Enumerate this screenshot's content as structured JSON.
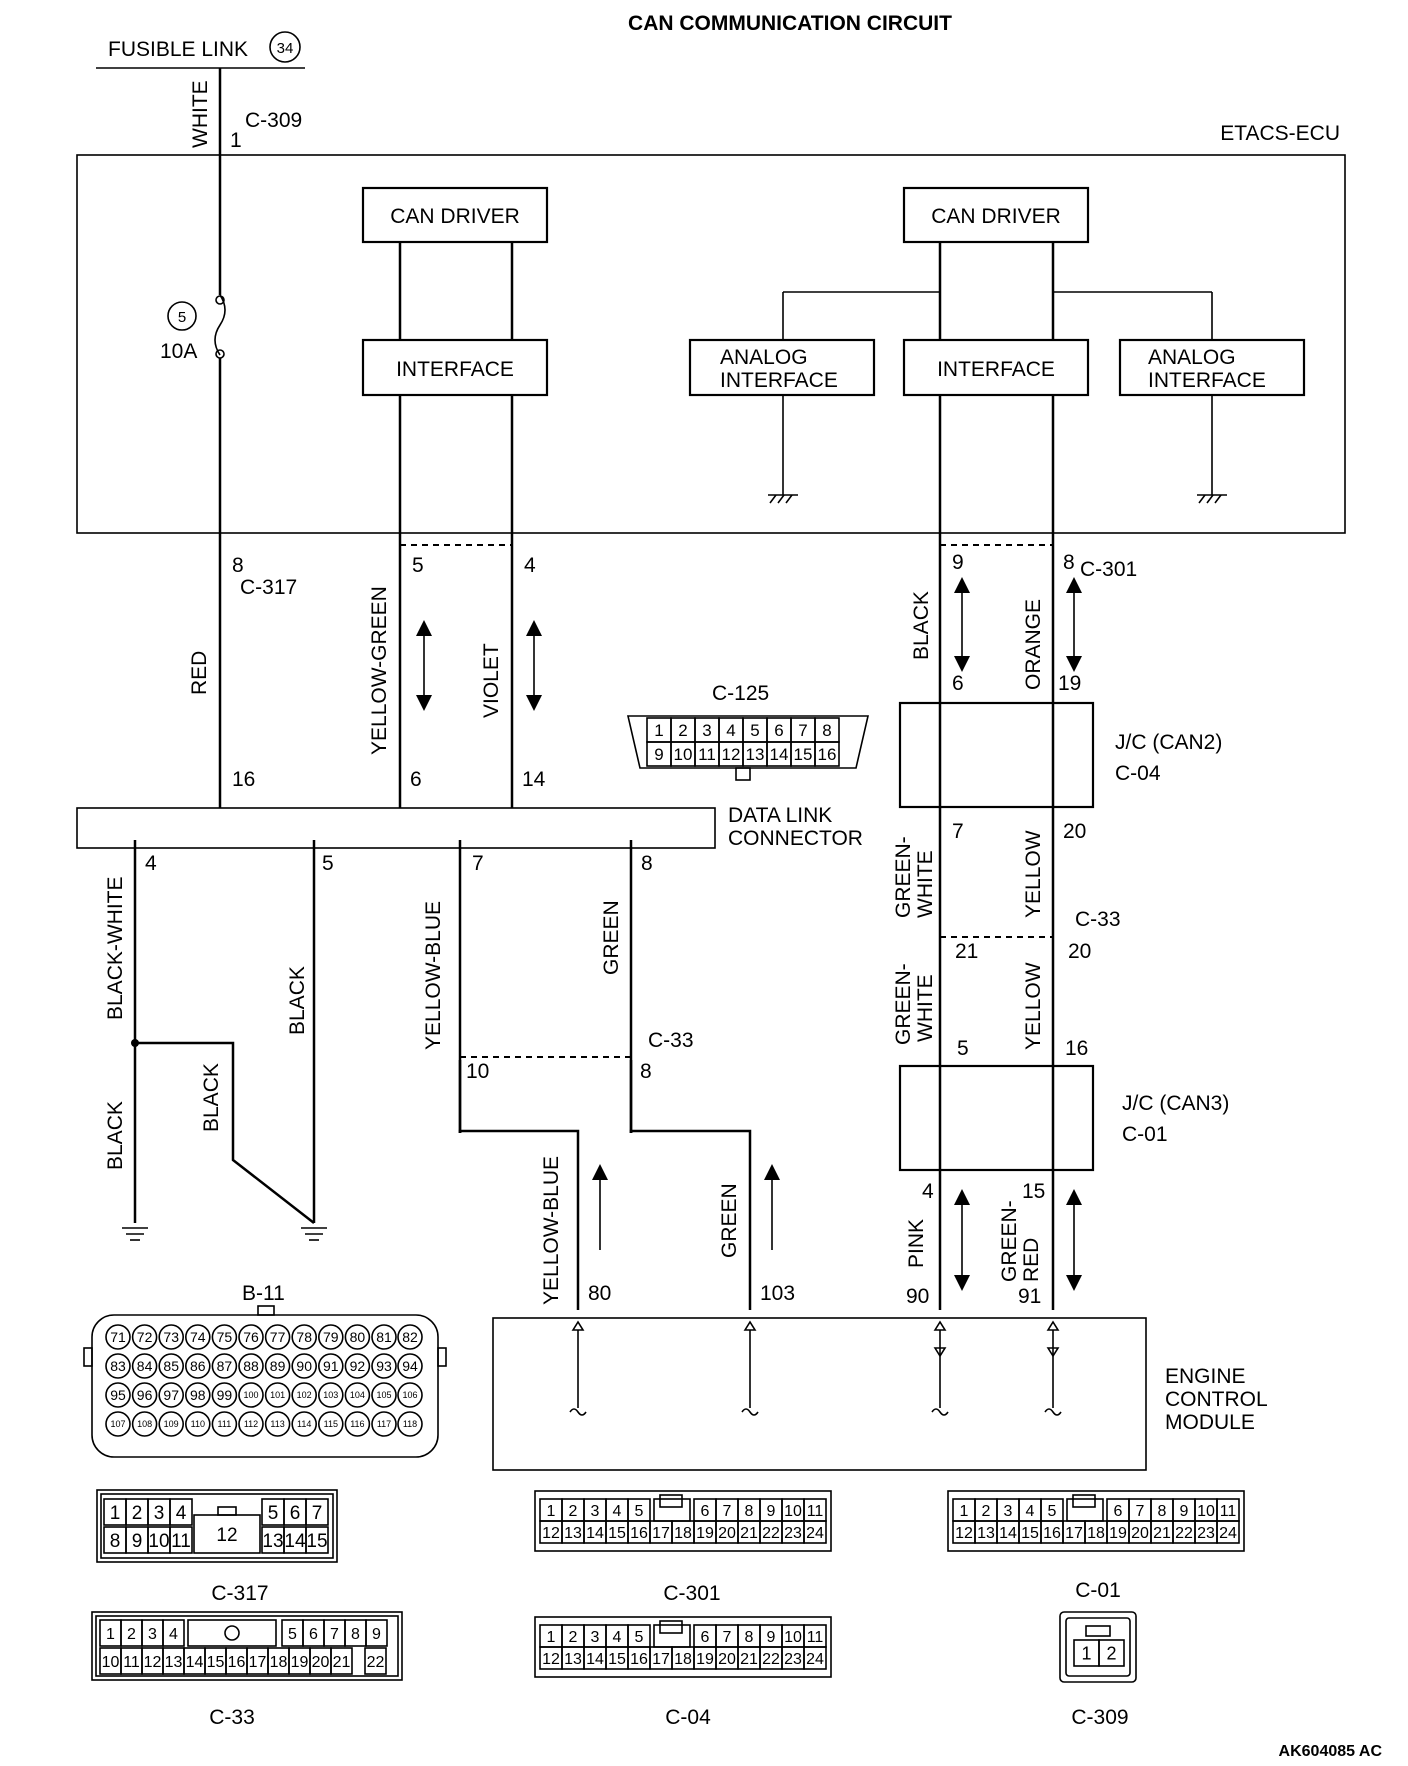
{
  "title": "CAN COMMUNICATION CIRCUIT",
  "doc_code": "AK604085 AC",
  "fusible_link": {
    "label": "FUSIBLE LINK",
    "number": "34"
  },
  "fuse": {
    "number": "5",
    "rating": "10A"
  },
  "modules": {
    "etacs": "ETACS-ECU",
    "can_driver": "CAN DRIVER",
    "interface": "INTERFACE",
    "analog_interface_line1": "ANALOG",
    "analog_interface_line2": "INTERFACE",
    "dlc_line1": "DATA LINK",
    "dlc_line2": "CONNECTOR",
    "jc_can2": "J/C (CAN2)",
    "jc_can3": "J/C (CAN3)",
    "ecm_line1": "ENGINE",
    "ecm_line2": "CONTROL",
    "ecm_line3": "MODULE"
  },
  "connectors": {
    "c309": "C-309",
    "c317": "C-317",
    "c301": "C-301",
    "c125": "C-125",
    "c04": "C-04",
    "c33": "C-33",
    "c01": "C-01",
    "b11": "B-11"
  },
  "wires": {
    "white": "WHITE",
    "red": "RED",
    "yellow_green": "YELLOW-GREEN",
    "violet": "VIOLET",
    "black": "BLACK",
    "orange": "ORANGE",
    "black_white": "BLACK-WHITE",
    "yellow_blue": "YELLOW-BLUE",
    "green": "GREEN",
    "green_white_1": "GREEN-",
    "green_white_2": "WHITE",
    "yellow": "YELLOW",
    "pink": "PINK",
    "green_red_1": "GREEN-",
    "green_red_2": "RED"
  },
  "pins": {
    "p1": "1",
    "p8": "8",
    "p5": "5",
    "p4": "4",
    "p9": "9",
    "p8b": "8",
    "p6": "6",
    "p19": "19",
    "p16": "16",
    "p6b": "6",
    "p14": "14",
    "p7": "7",
    "p20": "20",
    "p4b": "4",
    "p5b": "5",
    "p7b": "7",
    "p8c": "8",
    "p21": "21",
    "p20b": "20",
    "p10": "10",
    "p8d": "8",
    "p5c": "5",
    "p16b": "16",
    "p4c": "4",
    "p15": "15",
    "p80": "80",
    "p103": "103",
    "p90": "90",
    "p91": "91"
  },
  "c125_pins": {
    "row1": [
      "1",
      "2",
      "3",
      "4",
      "5",
      "6",
      "7",
      "8"
    ],
    "row2": [
      "9",
      "10",
      "11",
      "12",
      "13",
      "14",
      "15",
      "16"
    ]
  },
  "b11_pins": {
    "row1": [
      "71",
      "72",
      "73",
      "74",
      "75",
      "76",
      "77",
      "78",
      "79",
      "80",
      "81",
      "82"
    ],
    "row2": [
      "83",
      "84",
      "85",
      "86",
      "87",
      "88",
      "89",
      "90",
      "91",
      "92",
      "93",
      "94"
    ],
    "row3": [
      "95",
      "96",
      "97",
      "98",
      "99",
      "100",
      "101",
      "102",
      "103",
      "104",
      "105",
      "106"
    ],
    "row4": [
      "107",
      "108",
      "109",
      "110",
      "111",
      "112",
      "113",
      "114",
      "115",
      "116",
      "117",
      "118"
    ]
  },
  "c317_pins": {
    "top_left": [
      "1",
      "2",
      "3",
      "4"
    ],
    "top_right": [
      "5",
      "6",
      "7"
    ],
    "bottom_left": [
      "8",
      "9",
      "10",
      "11"
    ],
    "bottom_right": [
      "13",
      "14",
      "15"
    ],
    "center": "12"
  },
  "c24_pins": {
    "top_left": [
      "1",
      "2",
      "3",
      "4",
      "5"
    ],
    "top_right": [
      "6",
      "7",
      "8",
      "9",
      "10",
      "11"
    ],
    "bottom": [
      "12",
      "13",
      "14",
      "15",
      "16",
      "17",
      "18",
      "19",
      "20",
      "21",
      "22",
      "23",
      "24"
    ]
  },
  "c33_pins": {
    "top_left": [
      "1",
      "2",
      "3",
      "4"
    ],
    "top_right": [
      "5",
      "6",
      "7",
      "8",
      "9"
    ],
    "bottom": [
      "10",
      "11",
      "12",
      "13",
      "14",
      "15",
      "16",
      "17",
      "18",
      "19",
      "20",
      "21",
      "22"
    ]
  },
  "c309_pins": [
    "1",
    "2"
  ]
}
